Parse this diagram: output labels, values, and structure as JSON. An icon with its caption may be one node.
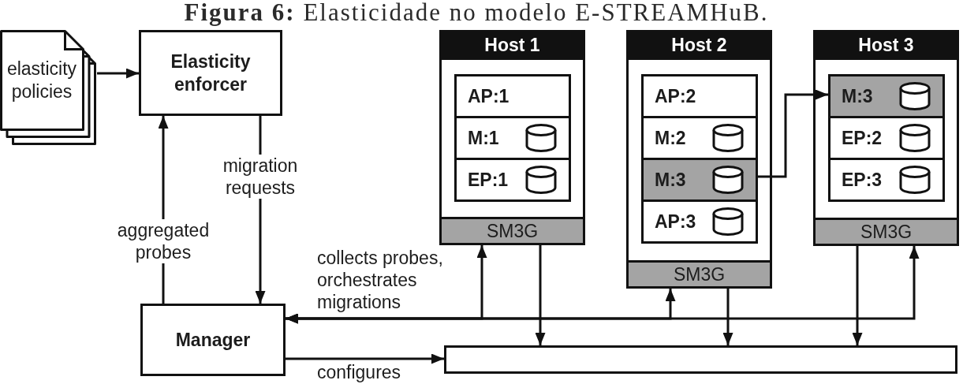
{
  "diagram": {
    "title": "**Figura 6:** Elasticidade no modelo E-STREAMHuB.",
    "nodes": [
      {
        "text": [
          "elasticity policies"
        ]
      },
      {
        "text": [
          "Elasticity enforcer"
        ]
      },
      {
        "text": [
          "Host 1"
        ]
      },
      {
        "text": [
          "AP:1"
        ],
        "in": 2
      },
      {
        "text": [
          "M:1"
        ],
        "in": 2
      },
      {
        "text": [
          "EP:1"
        ],
        "in": 2
      },
      {
        "text": [
          "SM3G"
        ],
        "in": 2
      },
      {
        "text": [
          "Host 2"
        ]
      },
      {
        "text": [
          "AP:2"
        ],
        "in": 7
      },
      {
        "text": [
          "M:2"
        ],
        "in": 7
      },
      {
        "text": [
          "M:3"
        ],
        "in": 7
      },
      {
        "text": [
          "AP:3"
        ],
        "in": 7
      },
      {
        "text": [
          "SM3G"
        ],
        "in": 7
      },
      {
        "text": [
          "Host 3"
        ]
      },
      {
        "text": [
          "M:3"
        ],
        "in": 13
      },
      {
        "text": [
          "EP:2"
        ],
        "in": 13
      },
      {
        "text": [
          "EP:3"
        ],
        "in": 13
      },
      {
        "text": [
          "SM3G"
        ],
        "in": 13
      },
      {
        "text": [
          "Manager"
        ]
      },
      {
        "text": [],
        "shape": "box"
      }
    ],
    "edges": [
      {
        "from": 0,
        "to": 1,
        "arrow": "to"
      },
      {
        "from": 18,
        "to": 1,
        "arrow": "to",
        "label": "aggregated probes"
      },
      {
        "from": 1,
        "to": 18,
        "arrow": "to",
        "label": "migration requests"
      },
      {
        "from": 18,
        "to": 6,
        "arrow": "both",
        "label": "collects probes, orchestrates migrations"
      },
      {
        "from": 18,
        "to": 12,
        "arrow": "both"
      },
      {
        "from": 18,
        "to": 17,
        "arrow": "both"
      },
      {
        "from": 6,
        "to": 19,
        "arrow": "to"
      },
      {
        "from": 12,
        "to": 19,
        "arrow": "to"
      },
      {
        "from": 17,
        "to": 19,
        "arrow": "to"
      },
      {
        "from": 18,
        "to": 19,
        "arrow": "to",
        "label": "configures"
      },
      {
        "from": 10,
        "to": 14,
        "arrow": "to"
      }
    ]
  }
}
